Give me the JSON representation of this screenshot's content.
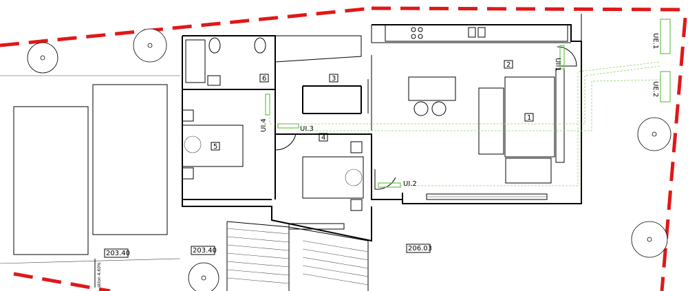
{
  "rooms": [
    {
      "id": "r1",
      "label": "1"
    },
    {
      "id": "r2",
      "label": "2"
    },
    {
      "id": "r3",
      "label": "3"
    },
    {
      "id": "r4",
      "label": "4"
    },
    {
      "id": "r5",
      "label": "5"
    },
    {
      "id": "r6",
      "label": "6"
    }
  ],
  "units": {
    "ui4": "UI.4",
    "ui3": "UI.3",
    "ui2": "UI.2",
    "ui1": "UI.1",
    "ue1": "UE.1",
    "ue2": "UE.2"
  },
  "elevations": {
    "e1": "203.40",
    "e2": "203.40",
    "e3": "206.03"
  },
  "slope_note": "sklon 4.60%",
  "colors": {
    "boundary": "#e01818",
    "hvac_line": "#6cc04a"
  }
}
